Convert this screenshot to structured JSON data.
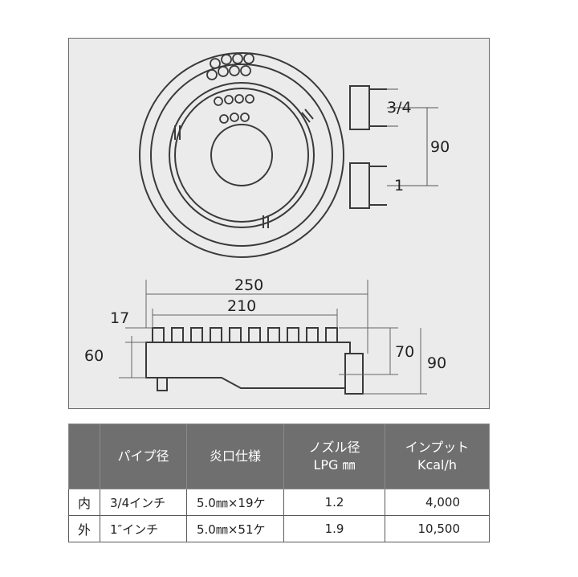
{
  "drawing": {
    "top_view": {
      "dim_inner_pipe": "3/4",
      "dim_outer_pipe": "1",
      "dim_pipe_spacing": "90"
    },
    "side_view": {
      "dim_overall_width": "250",
      "dim_burner_width": "210",
      "dim_step": "17",
      "dim_height_left": "60",
      "dim_height_right_inner": "70",
      "dim_height_right_outer": "90"
    }
  },
  "table": {
    "headers": [
      {
        "line1": "",
        "line2": ""
      },
      {
        "line1": "パイプ径",
        "line2": ""
      },
      {
        "line1": "炎口仕様",
        "line2": ""
      },
      {
        "line1": "ノズル径",
        "line2": "LPG ㎜"
      },
      {
        "line1": "インプット",
        "line2": "Kcal/h"
      }
    ],
    "rows": [
      {
        "label": "内",
        "pipe": "3/4インチ",
        "burner": "5.0㎜×19ケ",
        "nozzle": "1.2",
        "input": "4,000"
      },
      {
        "label": "外",
        "pipe": "1″インチ",
        "burner": "5.0㎜×51ケ",
        "nozzle": "1.9",
        "input": "10,500"
      }
    ]
  }
}
